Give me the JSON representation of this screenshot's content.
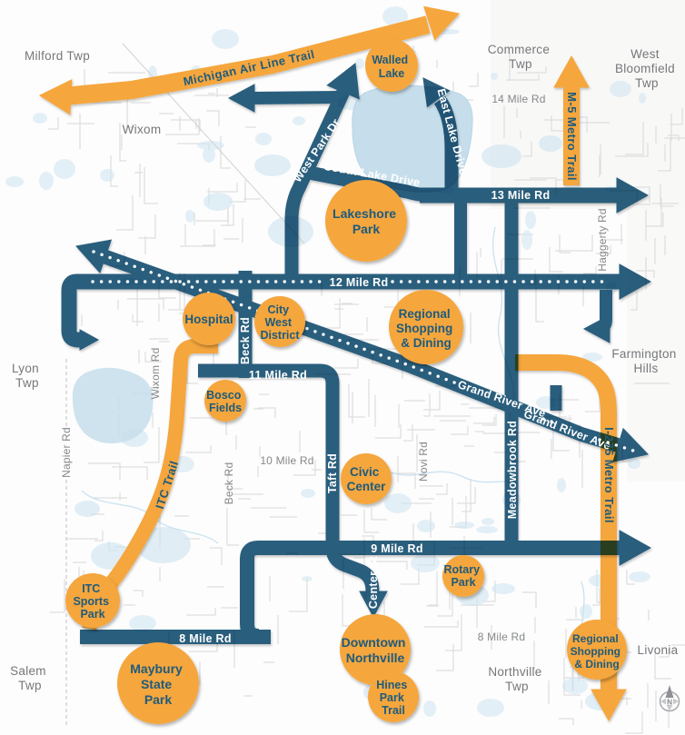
{
  "map": {
    "regions": {
      "milford": [
        "Milford Twp"
      ],
      "wixom_city": [
        "Wixom"
      ],
      "commerce": [
        "Commerce",
        "Twp"
      ],
      "west_bloomfield": [
        "West",
        "Bloomfield",
        "Twp"
      ],
      "lyon": [
        "Lyon",
        "Twp"
      ],
      "farmington": [
        "Farmington",
        "Hills"
      ],
      "salem": [
        "Salem",
        "Twp"
      ],
      "northville_twp": [
        "Northville",
        "Twp"
      ],
      "livonia": [
        "Livonia"
      ]
    },
    "gray_roads": {
      "r14": "14 Mile Rd",
      "r10": "10 Mile Rd",
      "r8": "8 Mile Rd",
      "novi": "Novi Rd",
      "beck": "Beck Rd",
      "wixom_rd": "Wixom Rd",
      "napier": "Napier Rd",
      "haggerty": "Haggerty Rd"
    },
    "roads": {
      "r13": "13 Mile Rd",
      "r12": "12 Mile Rd",
      "r11": "11 Mile Rd",
      "r9": "9 Mile Rd",
      "r8": "8 Mile Rd",
      "west_park": "West Park Dr",
      "south_lake": "South Lake Drive",
      "east_lake": "East Lake Drive",
      "beck": "Beck Rd",
      "taft": "Taft Rd",
      "center": "Center St",
      "meadowbrook": "Meadowbrook Rd",
      "grand_river": "Grand River Ave"
    },
    "trails": {
      "air_line": "Michigan Air Line Trail",
      "m5": "M-5 Metro Trail",
      "itc": "ITC Trail",
      "i275": "I-275 Metro Trail"
    },
    "destinations": {
      "walled_lake": [
        "Walled",
        "Lake"
      ],
      "lakeshore": [
        "Lakeshore",
        "Park"
      ],
      "hospital": [
        "Hospital"
      ],
      "city_west": [
        "City",
        "West",
        "District"
      ],
      "regional_mid": [
        "Regional",
        "Shopping",
        "& Dining"
      ],
      "bosco": [
        "Bosco",
        "Fields"
      ],
      "civic": [
        "Civic",
        "Center"
      ],
      "rotary": [
        "Rotary",
        "Park"
      ],
      "itc_sports": [
        "ITC",
        "Sports",
        "Park"
      ],
      "maybury": [
        "Maybury",
        "State",
        "Park"
      ],
      "downtown": [
        "Downtown",
        "Northville"
      ],
      "hines": [
        "Hines",
        "Park",
        "Trail"
      ],
      "regional_south": [
        "Regional",
        "Shopping",
        "& Dining"
      ]
    },
    "compass": {
      "north": "N"
    },
    "colors": {
      "trail_orange": "#F5A63C",
      "road_blue": "#2B5F7E",
      "lake_blue": "#C6DEEB",
      "label_gray": "#77787B",
      "dark_text_blue": "#1E5B7C",
      "band_text_white": "#FFFFFF"
    }
  }
}
